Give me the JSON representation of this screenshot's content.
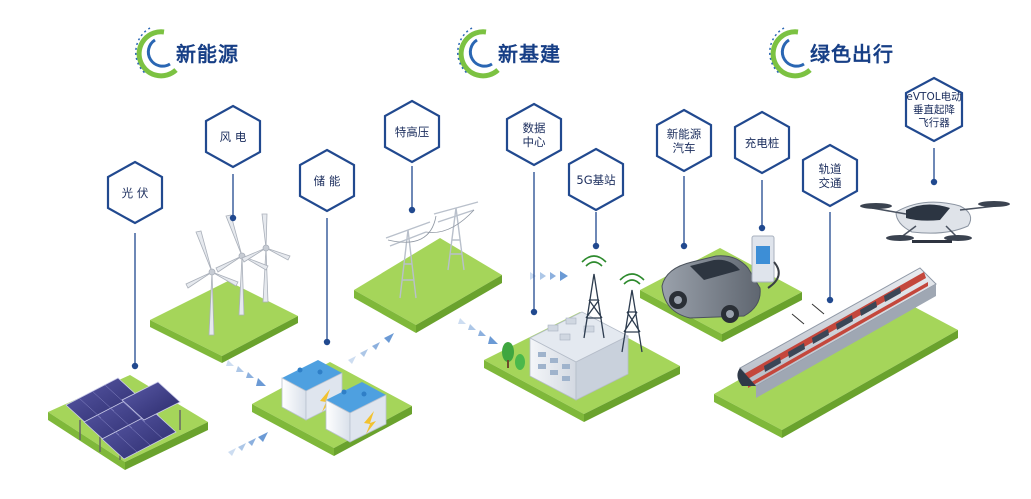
{
  "categories": [
    {
      "key": "new_energy",
      "title": "新能源"
    },
    {
      "key": "new_infra",
      "title": "新基建"
    },
    {
      "key": "green_travel",
      "title": "绿色出行"
    }
  ],
  "labels": {
    "pv": "光 伏",
    "wind": "风 电",
    "storage": "储 能",
    "uhv": "特高压",
    "datacenter": "数据\n中心",
    "base5g": "5G基站",
    "nev": "新能源\n汽车",
    "charger": "充电桩",
    "rail": "轨道\n交通",
    "evtol": "eVTOL电动\n垂直起降\n飞行器"
  },
  "colors": {
    "hex_border": "#21498f",
    "title_text": "#173f86",
    "ring_green": "#7cc242",
    "ring_blue": "#2a66b3",
    "platform_top": "#a5d55a",
    "platform_side": "#7fb83a",
    "arrow": "#5b8fd0"
  }
}
